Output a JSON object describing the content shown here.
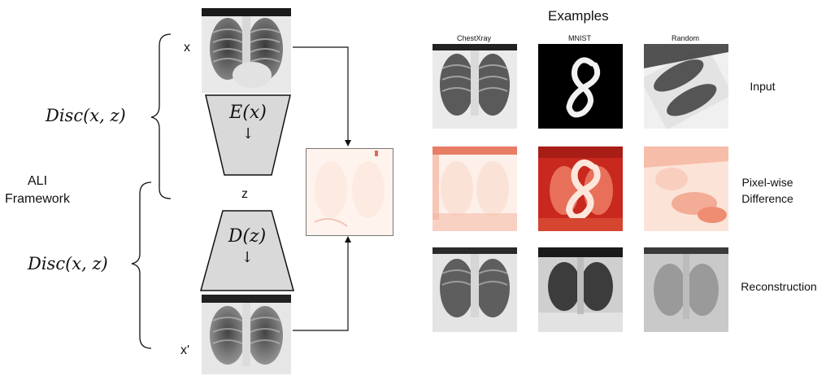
{
  "diagram": {
    "input_label": "x",
    "latent_label": "z",
    "recon_label": "x'",
    "disc_top": "Disc(x, z)",
    "disc_bottom": "Disc(x, z)",
    "framework_label": [
      "ALI",
      "Framework"
    ],
    "encoder_label": "E(x)",
    "decoder_label": "D(z)",
    "down_arrow": "↓"
  },
  "examples": {
    "title": "Examples",
    "columns": [
      "ChestXray",
      "MNIST",
      "Random"
    ],
    "rows": [
      "Input",
      "Pixel-wise Difference",
      "Reconstruction"
    ]
  },
  "colors": {
    "trapezoid_fill": "#d9d9d9",
    "diff_red": "#c8281e",
    "diff_light": "#fde6dc"
  }
}
